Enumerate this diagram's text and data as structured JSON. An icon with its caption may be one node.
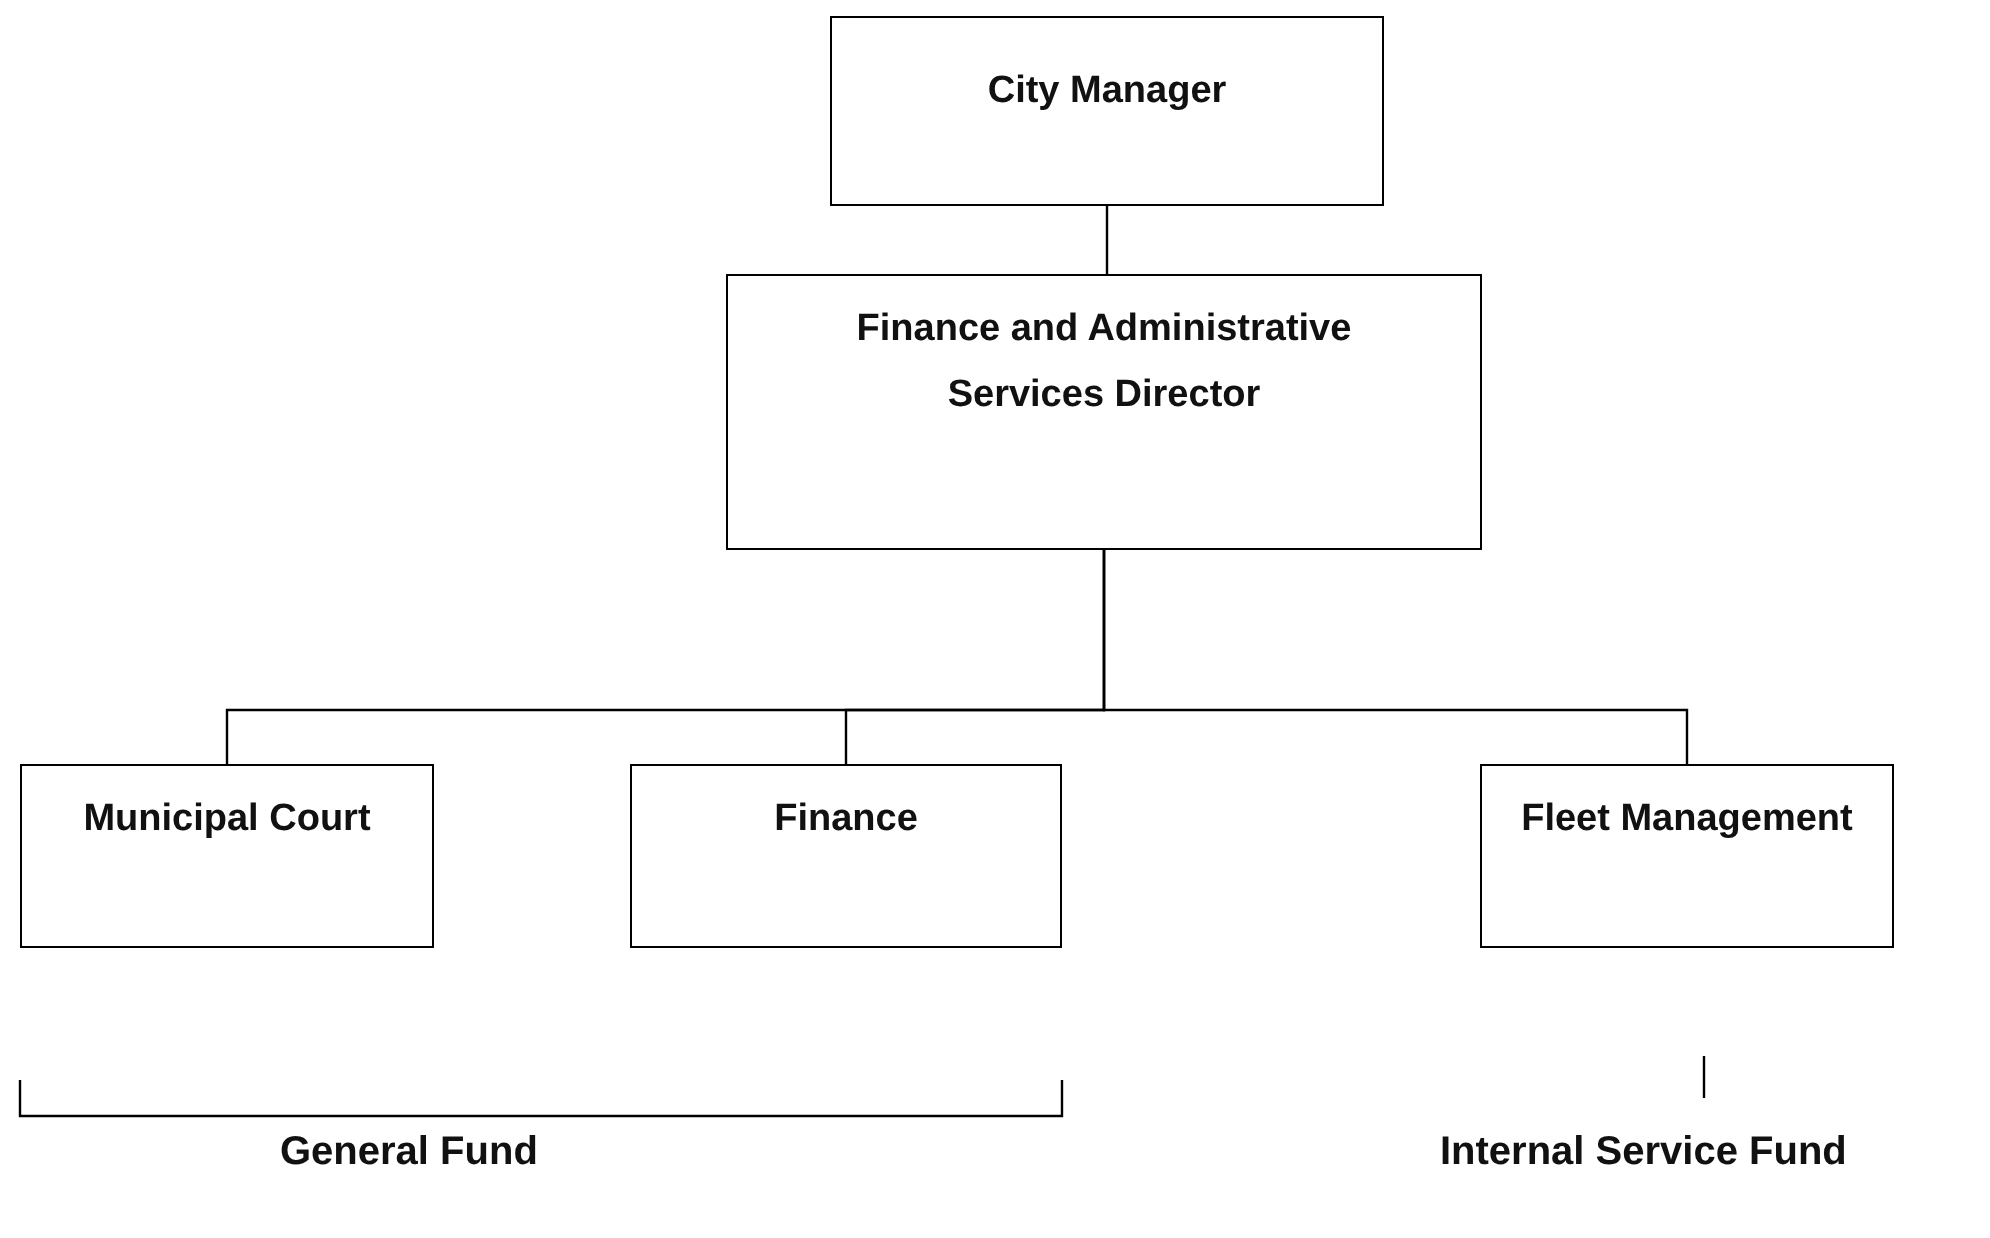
{
  "diagram": {
    "nodes": [
      {
        "text": [
          "City Manager"
        ]
      },
      {
        "text": [
          "Finance and Administrative Services Director"
        ]
      },
      {
        "text": [
          "Municipal Court"
        ]
      },
      {
        "text": [
          "Finance"
        ]
      },
      {
        "text": [
          "Fleet Management"
        ]
      }
    ],
    "edges": [
      {
        "from": 0,
        "to": 1,
        "arrow": "none"
      },
      {
        "from": 1,
        "to": 2,
        "arrow": "none"
      },
      {
        "from": 1,
        "to": 3,
        "arrow": "none"
      },
      {
        "from": 1,
        "to": 4,
        "arrow": "none"
      }
    ],
    "labels": [
      "General Fund",
      "Internal Service Fund"
    ]
  }
}
